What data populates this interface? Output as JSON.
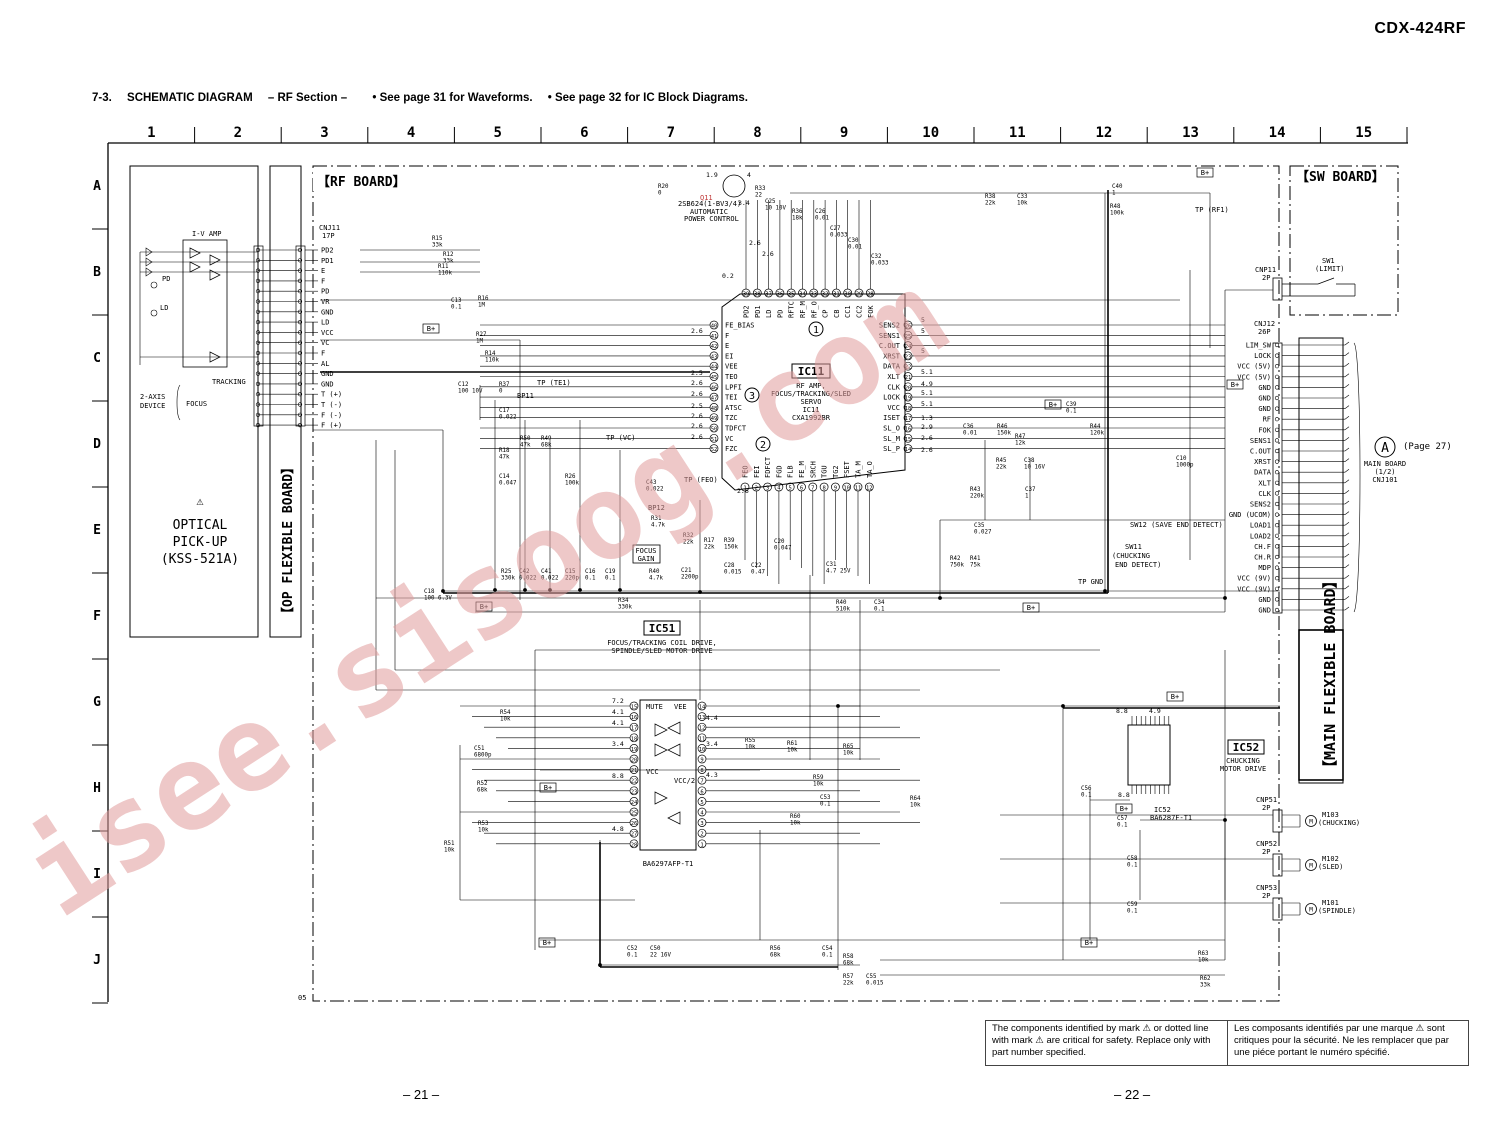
{
  "header": {
    "model": "CDX-424RF",
    "section_num": "7-3.",
    "section_title": "SCHEMATIC DIAGRAM",
    "section_sub": "– RF Section –",
    "ref1": "• See page 31 for Waveforms.",
    "ref2": "• See page 32 for IC Block Diagrams."
  },
  "grid": {
    "columns": [
      "1",
      "2",
      "3",
      "4",
      "5",
      "6",
      "7",
      "8",
      "9",
      "10",
      "11",
      "12",
      "13",
      "14",
      "15"
    ],
    "rows": [
      "A",
      "B",
      "C",
      "D",
      "E",
      "F",
      "G",
      "H",
      "I",
      "J"
    ]
  },
  "boards": {
    "rf": "【RF BOARD】",
    "sw": "【SW BOARD】",
    "op_flex": "【OP FLEXIBLE BOARD】",
    "main_flex": "【MAIN FLEXIBLE BOARD】"
  },
  "pickup": {
    "line1": "OPTICAL",
    "line2": "PICK-UP",
    "line3": "(KSS-521A)",
    "iv_amp": "I-V AMP",
    "pd": "PD",
    "ld": "LD",
    "tracking": "TRACKING",
    "focus": "FOCUS",
    "device1": "2-AXIS",
    "device2": "DEVICE"
  },
  "cnj11": {
    "name": "CNJ11",
    "pins": "17P",
    "signals": [
      "PD2",
      "PD1",
      "E",
      "F",
      "PD",
      "VR",
      "GND",
      "LD",
      "VCC",
      "VC",
      "F",
      "AL",
      "GND",
      "GND",
      "T (+)",
      "T (-)",
      "F (-)",
      "F (+)"
    ]
  },
  "ic11": {
    "ref": "IC11",
    "func1": "RF AMP,",
    "func2": "FOCUS/TRACKING/SLED",
    "func3": "SERVO",
    "part1": "IC11",
    "part2": "CXA1992BR",
    "left_pins": [
      "FE_BIAS",
      "F",
      "E",
      "EI",
      "VEE",
      "TEO",
      "LPFI",
      "TEI",
      "ATSC",
      "TZC",
      "TDFCT",
      "VC",
      "FZC"
    ],
    "right_pins": [
      "SENS2",
      "SENS1",
      "C.OUT",
      "XRST",
      "DATA",
      "XLT",
      "CLK",
      "LOCK",
      "VCC",
      "ISET",
      "SL_O",
      "SL_M",
      "SL_P"
    ],
    "top_pins": [
      "PD2",
      "PD1",
      "LD",
      "PD",
      "RFTC",
      "RF_M",
      "RF_O",
      "CP",
      "CB",
      "CC1",
      "CC2",
      "FOK"
    ],
    "bottom_pins": [
      "FEO",
      "FEI",
      "FDFCT",
      "FGD",
      "FLB",
      "FE_M",
      "SRCH",
      "TGU",
      "TG2",
      "FSET",
      "TA_M",
      "TA_O"
    ],
    "markers": [
      "1",
      "2",
      "3"
    ]
  },
  "q11": {
    "ref": "Q11",
    "part": "2SB624(1-BV3/4)",
    "func1": "AUTOMATIC",
    "func2": "POWER CONTROL"
  },
  "ic51": {
    "ref": "IC51",
    "func1": "FOCUS/TRACKING COIL DRIVE,",
    "func2": "SPINDLE/SLED MOTOR DRIVE",
    "part": "BA6297AFP-T1",
    "mute": "MUTE",
    "vee": "VEE",
    "vcc": "VCC",
    "vcc2": "VCC/2"
  },
  "ic52": {
    "ref": "IC52",
    "func1": "CHUCKING",
    "func2": "MOTOR DRIVE",
    "part1": "IC52",
    "part2": "BA6287F-T1"
  },
  "cnj12": {
    "name": "CNJ12",
    "pins": "26P",
    "signals": [
      "LIM_SW",
      "LOCK",
      "VCC (5V)",
      "VCC (5V)",
      "GND",
      "GND",
      "GND",
      "RF",
      "FOK",
      "SENS1",
      "C.OUT",
      "XRST",
      "DATA",
      "XLT",
      "CLK",
      "SENS2",
      "GND (UCOM)",
      "LOAD1",
      "LOAD2",
      "CH.F",
      "CH.R",
      "MDP",
      "VCC (9V)",
      "VCC (9V)",
      "GND",
      "GND"
    ]
  },
  "cnp11": {
    "name": "CNP11",
    "pins": "2P",
    "switch": "SW1",
    "switch_label": "(LIMIT)"
  },
  "switches": {
    "sw12": "SW12 (SAVE END DETECT)",
    "sw11": "SW11",
    "sw11_desc1": "(CHUCKING",
    "sw11_desc2": "END DETECT)"
  },
  "motors": [
    {
      "cn": "CNP51",
      "pins": "2P",
      "ref": "M103",
      "func": "(CHUCKING)"
    },
    {
      "cn": "CNP52",
      "pins": "2P",
      "ref": "M102",
      "func": "(SLED)"
    },
    {
      "cn": "CNP53",
      "pins": "2P",
      "ref": "M101",
      "func": "(SPINDLE)"
    }
  ],
  "main_ref": {
    "mark": "A",
    "page": "(Page 27)",
    "line1": "MAIN BOARD",
    "line2": "(1/2)",
    "line3": "CNJ101"
  },
  "focus_gain": {
    "line1": "FOCUS",
    "line2": "GAIN"
  },
  "bplus": "B+",
  "components": [
    "R15 33k",
    "R12 33k",
    "R11 110k",
    "R16 1M",
    "R27 1M",
    "R14 110k",
    "C13 0.1",
    "C12 100 10V",
    "C18 100 6.3V",
    "R20 0",
    "R33 22",
    "C25 10 10V",
    "R36 18k",
    "C26 0.01",
    "C27 0.033",
    "C30 0.01",
    "C32 0.033",
    "R38 22k",
    "C33 10k",
    "C40 1",
    "R48 100k",
    "C39 0.1",
    "R44 120k",
    "C36 0.01",
    "R46 150k",
    "R47 12k",
    "R45 22k",
    "C38 10 16V",
    "R43 220k",
    "C37 1",
    "C35 0.027",
    "R42 750k",
    "R41 75k",
    "C10 1000p",
    "R37 0",
    "C17 0.022",
    "R50 47k",
    "R49 68k",
    "R18 47k",
    "C14 0.047",
    "R26 100k",
    "C43 0.022",
    "R31 4.7k",
    "R32 22k",
    "R39 150k",
    "R17 22k",
    "R25 330k",
    "C42 0.022",
    "C41 0.022",
    "C15 220p",
    "C16 0.1",
    "C19 0.1",
    "R34 330k",
    "C21 2200p",
    "R40 4.7k",
    "C28 0.015",
    "C22 0.47",
    "C20 0.047",
    "C31 4.7 25V",
    "R40 510k",
    "C34 0.1",
    "R54 10k",
    "C51 6800p",
    "R52 68k",
    "R53 10k",
    "R51 10k",
    "R55 10k",
    "R61 10k",
    "R65 10k",
    "R59 10k",
    "C53 0.1",
    "R60 10k",
    "R64 10k",
    "C56 0.1",
    "C57 0.1",
    "C58 0.1",
    "C59 0.1",
    "C52 0.1",
    "C50 22 16V",
    "R56 68k",
    "C54 0.1",
    "R58 68k",
    "R57 22k",
    "C55 0.015",
    "R63 10k",
    "R62 33k"
  ],
  "voltages": [
    "1.9",
    "4",
    "3.4",
    "2.6",
    "2.6",
    "0.2",
    "2.6",
    "2.5",
    "2.6",
    "2.6",
    "2.5",
    "2.6",
    "2.6",
    "2.6",
    "2.6",
    "5",
    "5",
    "5",
    "5.1",
    "4.9",
    "5.1",
    "5.1",
    "1.3",
    "2.9",
    "2.6",
    "2.6",
    "7.2",
    "4.1",
    "4.4",
    "4.1",
    "3.4",
    "3.4",
    "8.8",
    "4.3",
    "4.8",
    "8.8",
    "4.9",
    "8.8"
  ],
  "misc": {
    "tp_rf1": "TP (RF1)",
    "tp_gnd": "TP GND",
    "tp_vc": "TP (VC)",
    "tp_fe": "TP (FEO)",
    "tp_te": "TP (TE1)",
    "bp11": "BP11",
    "bp12": "BP12",
    "code_05": "05"
  },
  "note": {
    "en": "The components identified by mark ⚠ or dotted line with mark ⚠ are critical for safety. Replace only with part number specified.",
    "fr": "Les composants identifiés par une marque ⚠ sont critiques pour la sécurité.   Ne les remplacer que par une piéce portant le numéro spécifié."
  },
  "pages": {
    "left": "– 21 –",
    "right": "– 22 –"
  },
  "watermark": "isee.sisoog.com",
  "colors": {
    "watermark": "#e09a9a",
    "ink": "#000000",
    "highlight": "#c03a3a"
  }
}
